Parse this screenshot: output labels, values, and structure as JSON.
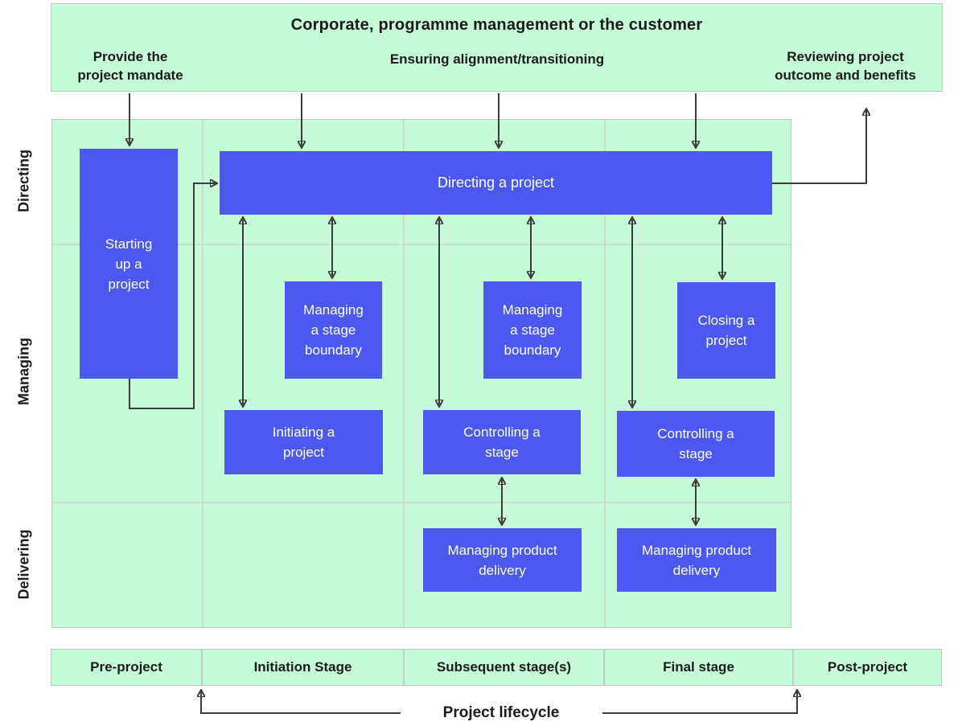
{
  "banner": {
    "title": "Corporate, programme management or the customer",
    "labels": [
      "Provide the project mandate",
      "Ensuring alignment/transitioning",
      "Reviewing project outcome and benefits"
    ]
  },
  "row_labels": [
    "Directing",
    "Managing",
    "Delivering"
  ],
  "process_boxes": {
    "starting_up": "Starting up a project",
    "directing": "Directing a project",
    "managing_stage_boundary_1": "Managing a stage boundary",
    "managing_stage_boundary_2": "Managing a stage boundary",
    "closing": "Closing a project",
    "initiating": "Initiating a project",
    "controlling_1": "Controlling a stage",
    "controlling_2": "Controlling a stage",
    "managing_product_delivery_1": "Managing product delivery",
    "managing_product_delivery_2": "Managing product delivery"
  },
  "stage_bar": {
    "stages": [
      "Pre-project",
      "Initiation Stage",
      "Subsequent stage(s)",
      "Final stage",
      "Post-project"
    ]
  },
  "lifecycle_label": "Project lifecycle",
  "colors": {
    "box_blue": "#4a5af0",
    "panel_mint": "#c5fbd9",
    "arrow_dark": "#3c3c3c",
    "text_dark": "#1a1a1a",
    "grid_line": "#cdd9d1"
  }
}
